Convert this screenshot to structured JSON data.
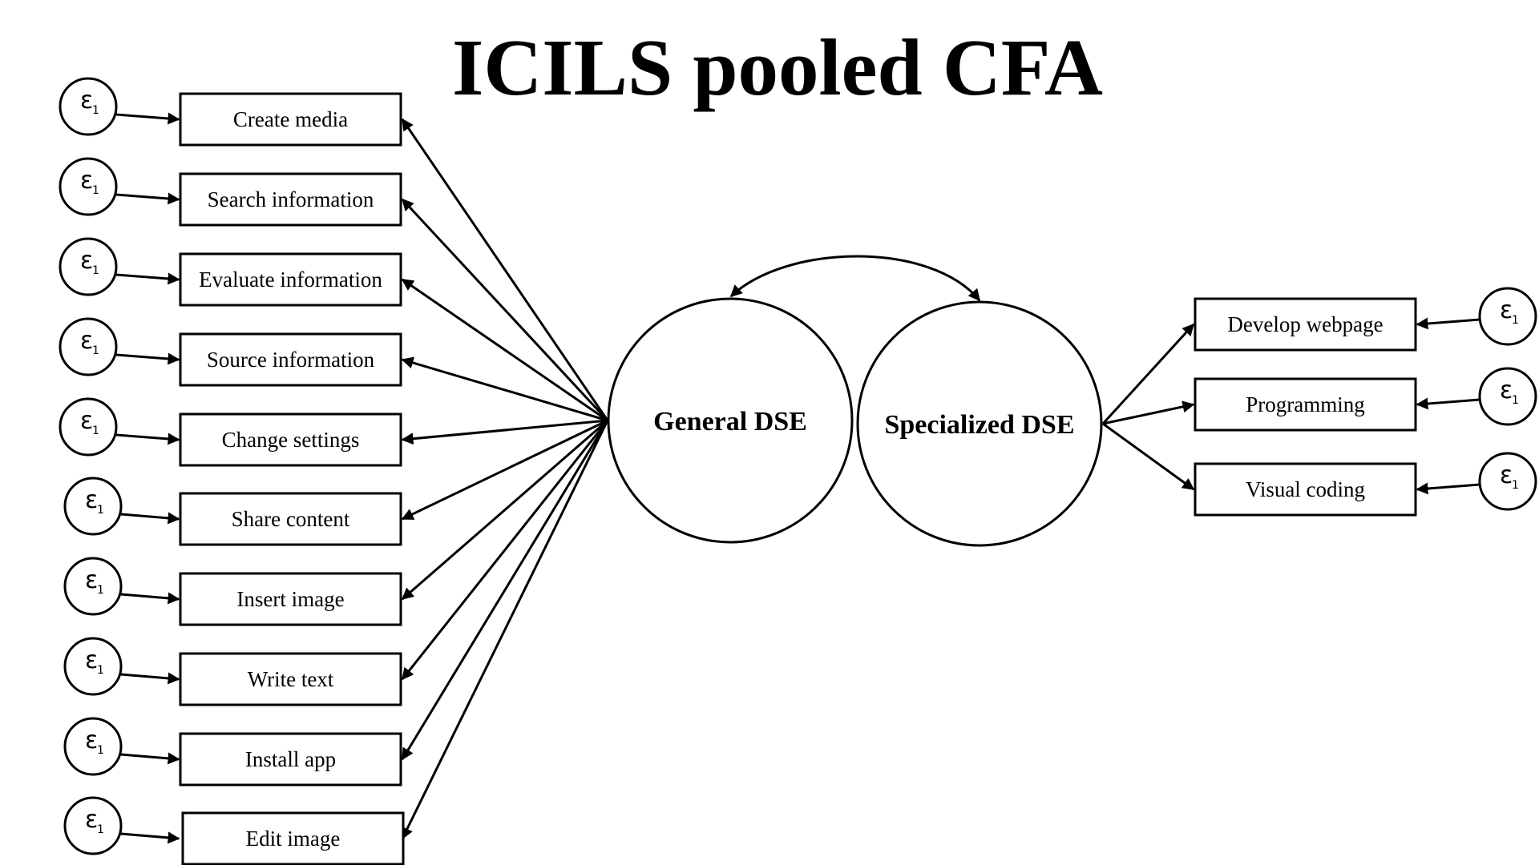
{
  "title": "ICILS pooled CFA",
  "latents": {
    "general": {
      "label": "General DSE"
    },
    "specialized": {
      "label": "Specialized DSE"
    }
  },
  "error_label": {
    "symbol": "ε",
    "subscript": "1"
  },
  "general_indicators": [
    "Create media",
    "Search information",
    "Evaluate information",
    "Source information",
    "Change settings",
    "Share content",
    "Insert image",
    "Write text",
    "Install app",
    "Edit image"
  ],
  "specialized_indicators": [
    "Develop webpage",
    "Programming",
    "Visual coding"
  ],
  "colors": {
    "stroke": "#000000",
    "background": "#ffffff"
  }
}
